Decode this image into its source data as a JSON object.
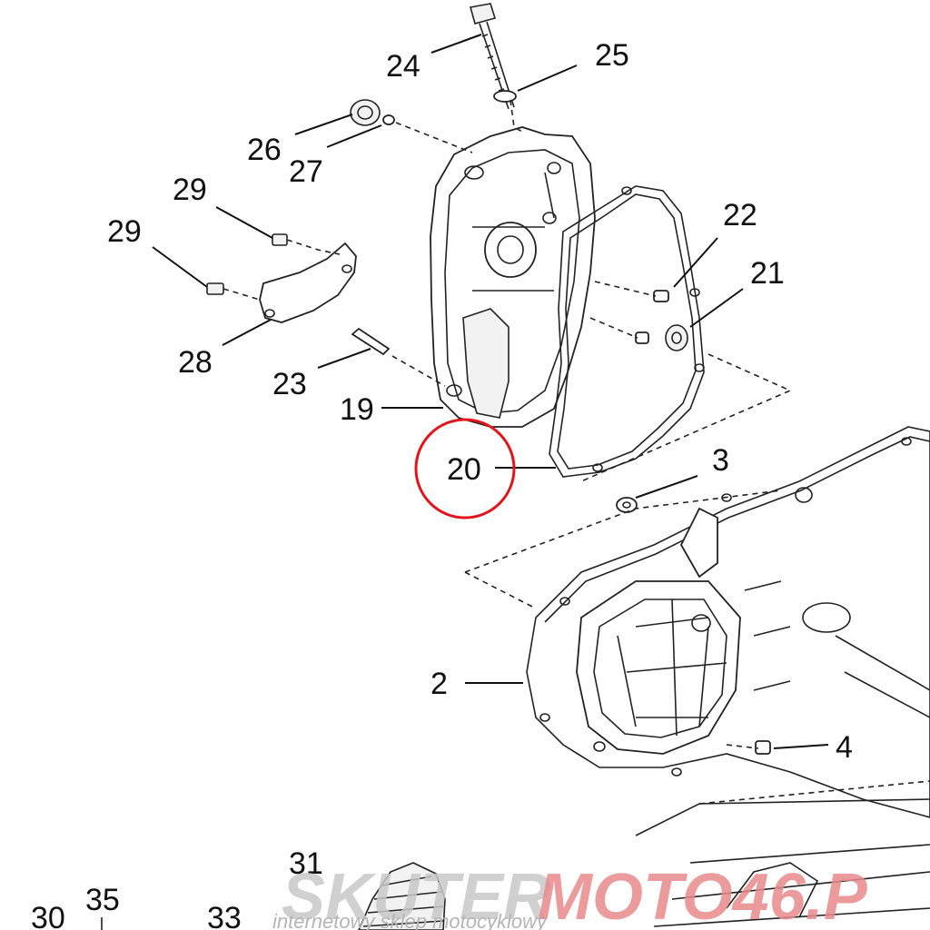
{
  "labels": {
    "p2": "2",
    "p3": "3",
    "p4": "4",
    "p19": "19",
    "p20": "20",
    "p21": "21",
    "p22": "22",
    "p23": "23",
    "p24": "24",
    "p25": "25",
    "p26": "26",
    "p27": "27",
    "p28": "28",
    "p29a": "29",
    "p29b": "29",
    "p30": "30",
    "p31": "31",
    "p33": "33",
    "p35": "35"
  },
  "highlight": {
    "part": "20",
    "color": "#e0161b"
  },
  "watermark": {
    "text_grey": "SKUTER",
    "text_red": "MOTO46.P",
    "subtitle": "internetowy sklep motocyklowy",
    "grey_color": "#c8c8c8",
    "red_color": "#e88a8a"
  }
}
